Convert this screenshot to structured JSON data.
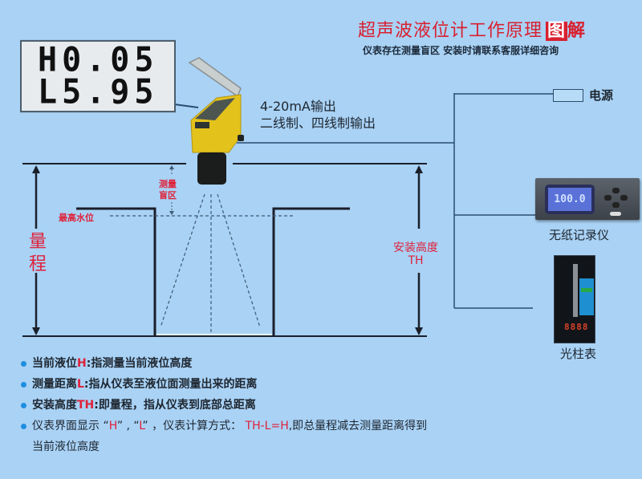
{
  "header": {
    "title_main": "超声波液位计工作原理",
    "title_badge": "图",
    "title_badge2": "解",
    "subtitle": "仪表存在测量盲区  安装时请联系客服详细咨询"
  },
  "lcd_display": {
    "line1": "H0.05",
    "line2": "L5.95"
  },
  "sensor": {
    "output_line1": "4-20mA输出",
    "output_line2": "二线制、四线制输出"
  },
  "connections": {
    "power_label": "电源",
    "recorder_label": "无纸记录仪",
    "recorder_display": "100.0",
    "bar_meter_label": "光柱表",
    "bar_meter_digits": "8888"
  },
  "diagram": {
    "range_label_1": "量",
    "range_label_2": "程",
    "blind_zone_1": "测量",
    "blind_zone_2": "盲区",
    "max_level": "最高水位",
    "install_height": "安装高度",
    "install_height_abbr": "TH"
  },
  "colors": {
    "background": "#a9d2f5",
    "accent_red": "#e0213a",
    "bullet_blue": "#1f8ee0"
  },
  "bullets": [
    {
      "pre": "当前液位",
      "hl": "H",
      "post": ":指测量当前液位高度"
    },
    {
      "pre": "测量距离",
      "hl": "L",
      "post": ":指从仪表至液位面测量出来的距离"
    },
    {
      "pre": "安装高度",
      "hl": "TH",
      "post": ":即量程，指从仪表到底部总距离"
    },
    {
      "pre": "仪表界面显示 “",
      "hl": "H",
      "mid": "” , “",
      "hl2": "L",
      "mid2": "” ，仪表计算方式： ",
      "hl3": "TH-L=H",
      "post": ",即总量程减去测量距离得到"
    },
    {
      "cont": "当前液位高度"
    }
  ]
}
